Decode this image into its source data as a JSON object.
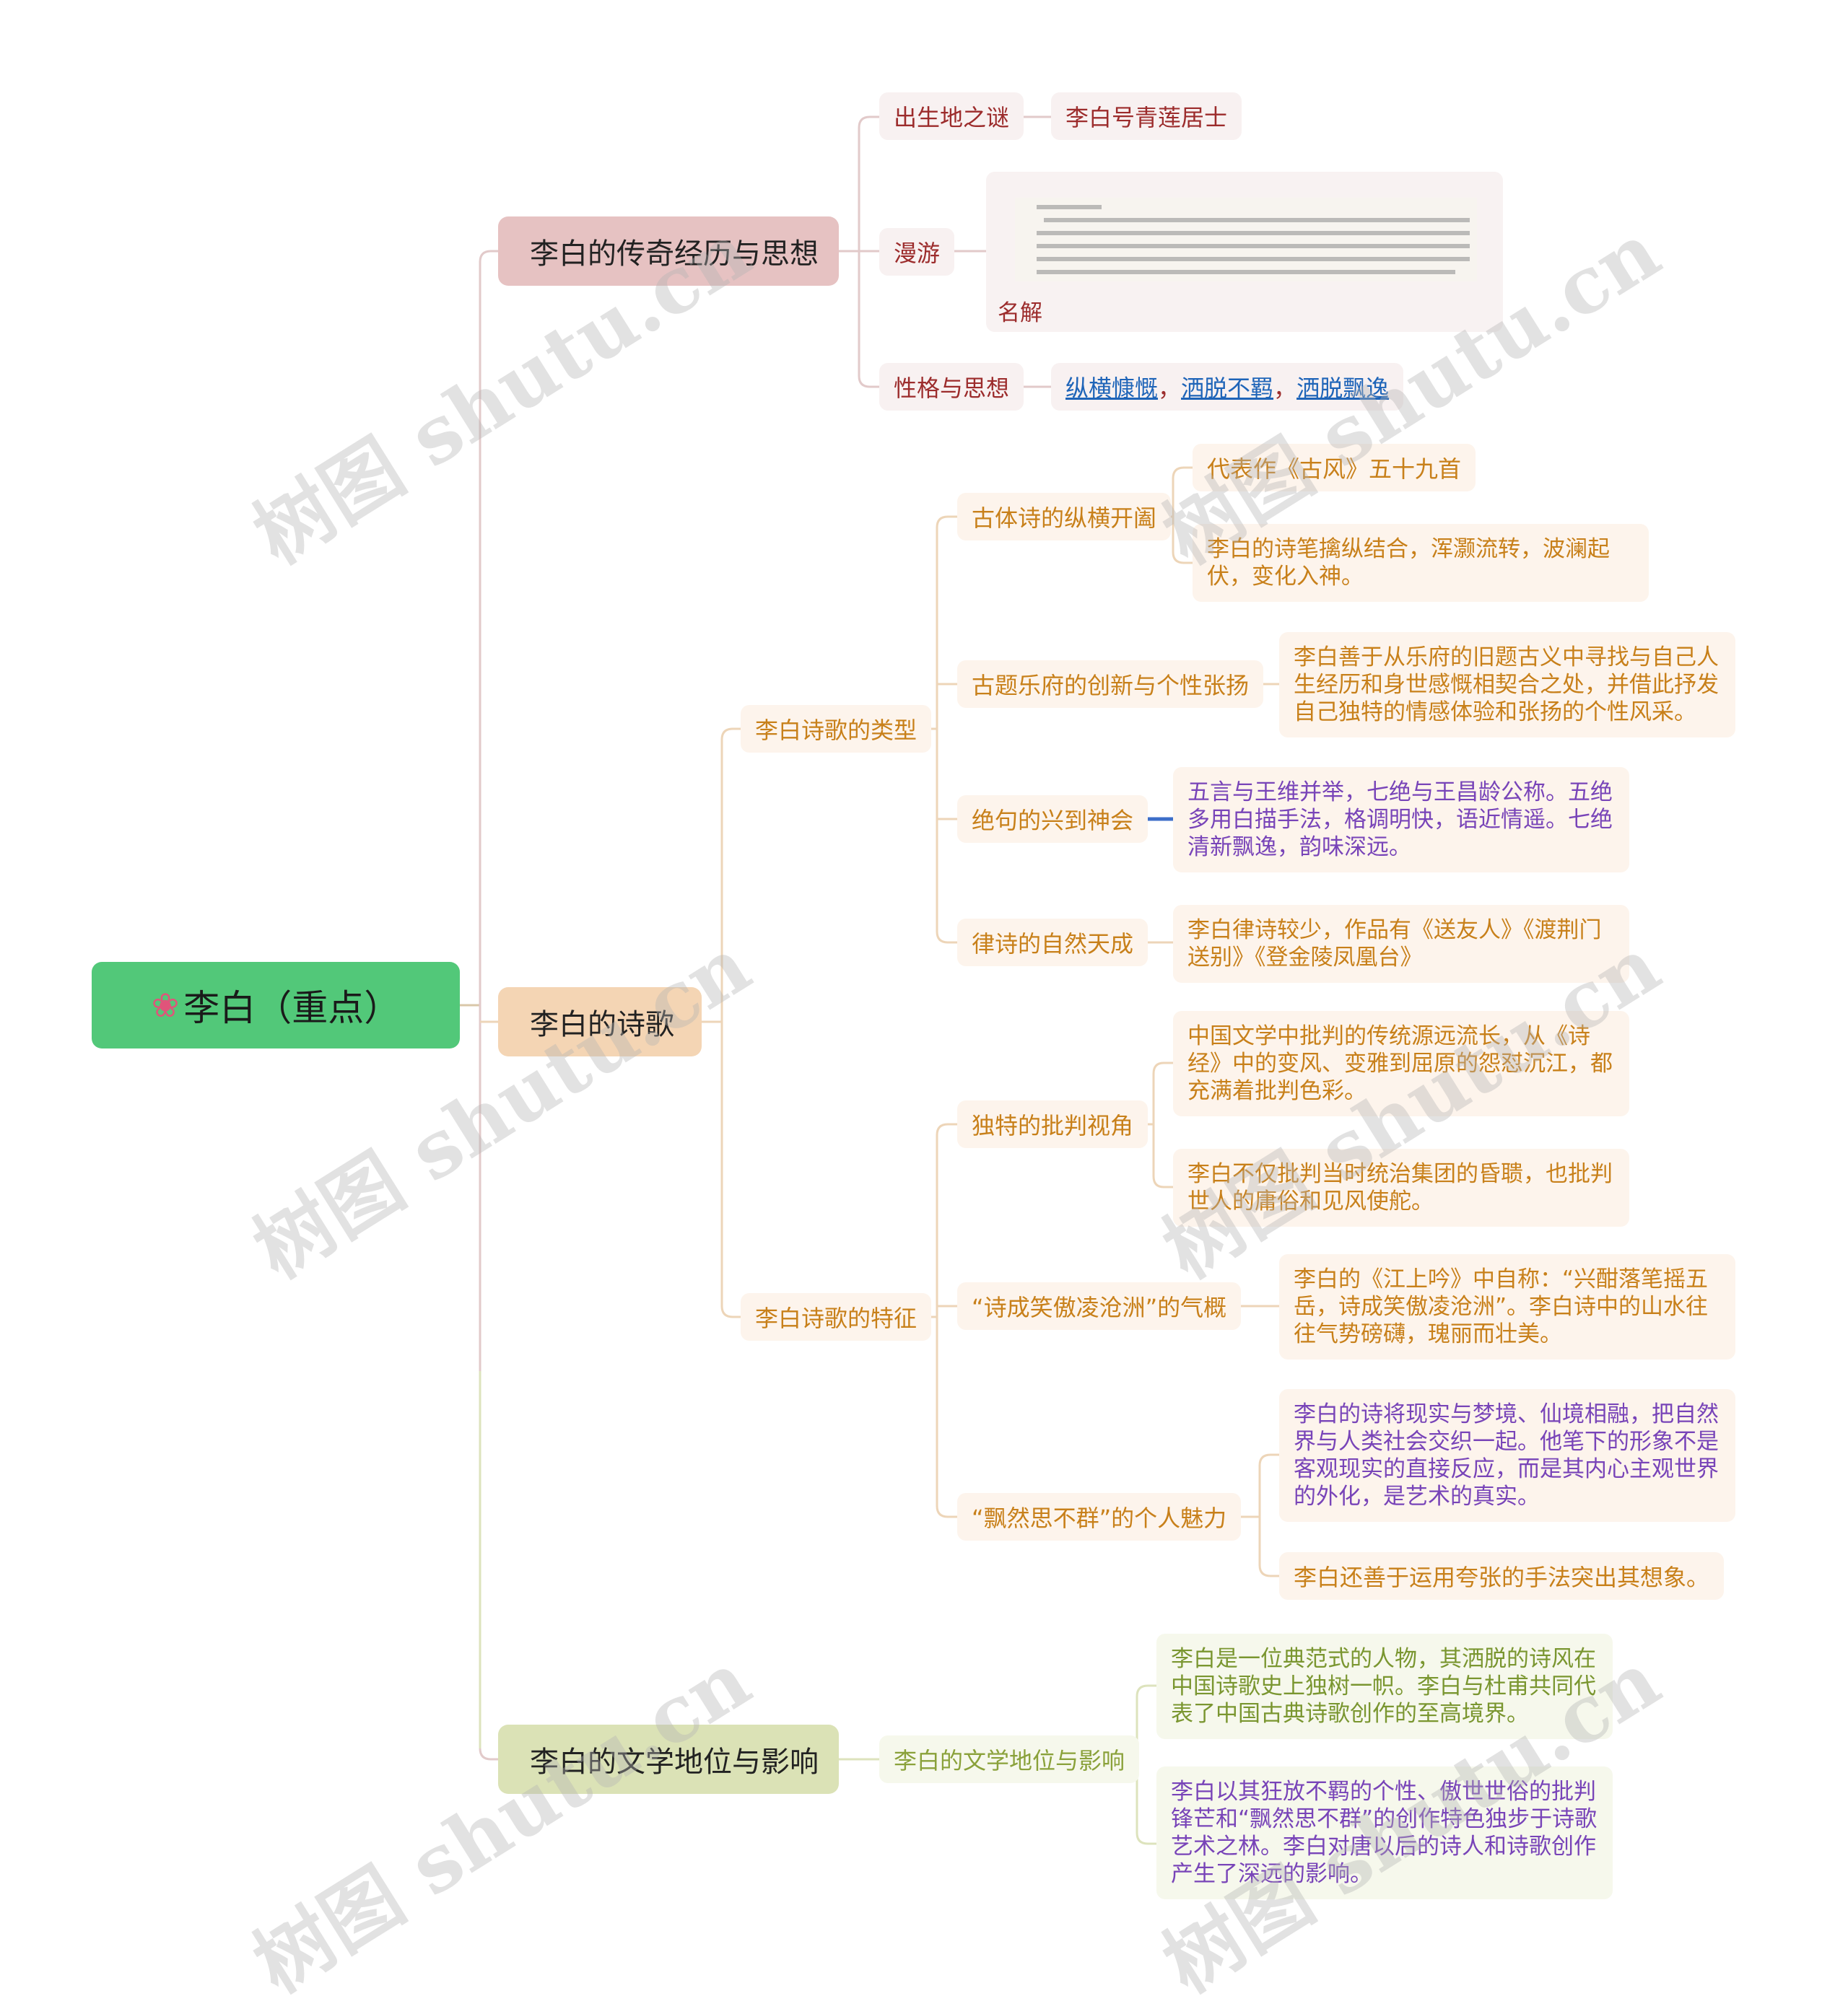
{
  "root": {
    "icon": "flower-icon",
    "label": "李白（重点）"
  },
  "branches": {
    "bio": {
      "label": "李白的传奇经历与思想",
      "birth": {
        "label": "出生地之谜",
        "detail": "李白号青莲居士"
      },
      "travel": {
        "label": "漫游",
        "image_caption": "名解"
      },
      "character": {
        "label": "性格与思想",
        "links": [
          "纵横慷慨",
          "洒脱不羁",
          "洒脱飘逸"
        ],
        "separator": "，"
      }
    },
    "poetry": {
      "label": "李白的诗歌",
      "types": {
        "label": "李白诗歌的类型",
        "gutishi": {
          "label": "古体诗的纵横开阖",
          "items": [
            "代表作《古风》五十九首",
            "李白的诗笔擒纵结合，浑灏流转，波澜起伏，变化入神。"
          ]
        },
        "yuefu": {
          "label": "古题乐府的创新与个性张扬",
          "items": [
            "李白善于从乐府的旧题古义中寻找与自己人生经历和身世感慨相契合之处，并借此抒发自己独特的情感体验和张扬的个性风采。"
          ]
        },
        "jueju": {
          "label": "绝句的兴到神会",
          "items": [
            "五言与王维并举，七绝与王昌龄公称。五绝多用白描手法，格调明快，语近情遥。七绝清新飘逸，韵味深远。"
          ]
        },
        "lvshi": {
          "label": "律诗的自然天成",
          "items": [
            "李白律诗较少，作品有《送友人》《渡荆门送别》《登金陵凤凰台》"
          ]
        }
      },
      "features": {
        "label": "李白诗歌的特征",
        "critique": {
          "label": "独特的批判视角",
          "items": [
            "中国文学中批判的传统源远流长，从《诗经》中的变风、变雅到屈原的怨怼沉江，都充满着批判色彩。",
            "李白不仅批判当时统治集团的昏聩，也批判世人的庸俗和见风使舵。"
          ]
        },
        "qigai": {
          "label": "“诗成笑傲凌沧洲”的气概",
          "items": [
            "李白的《江上吟》中自称：“兴酣落笔摇五岳，诗成笑傲凌沧洲”。李白诗中的山水往往气势磅礴，瑰丽而壮美。"
          ]
        },
        "meili": {
          "label": "“飘然思不群”的个人魅力",
          "items": [
            "李白的诗将现实与梦境、仙境相融，把自然界与人类社会交织一起。他笔下的形象不是客观现实的直接反应，而是其内心主观世界的外化，是艺术的真实。",
            "李白还善于运用夸张的手法突出其想象。"
          ]
        }
      }
    },
    "lit": {
      "label": "李白的文学地位与影响",
      "sub": {
        "label": "李白的文学地位与影响",
        "items": [
          "李白是一位典范式的人物，其洒脱的诗风在中国诗歌史上独树一帜。李白与杜甫共同代表了中国古典诗歌创作的至高境界。",
          "李白以其狂放不羁的个性、傲世世俗的批判锋芒和“飘然思不群”的创作特色独步于诗歌艺术之林。李白对唐以后的诗人和诗歌创作产生了深远的影响。"
        ]
      }
    }
  },
  "watermark": "树图 shutu.cn",
  "colors": {
    "root": "#52c879",
    "bio": "#e6c2c2",
    "poetry": "#f4d5b4",
    "lit": "#dbe2b6",
    "link": "#1e64b8"
  }
}
